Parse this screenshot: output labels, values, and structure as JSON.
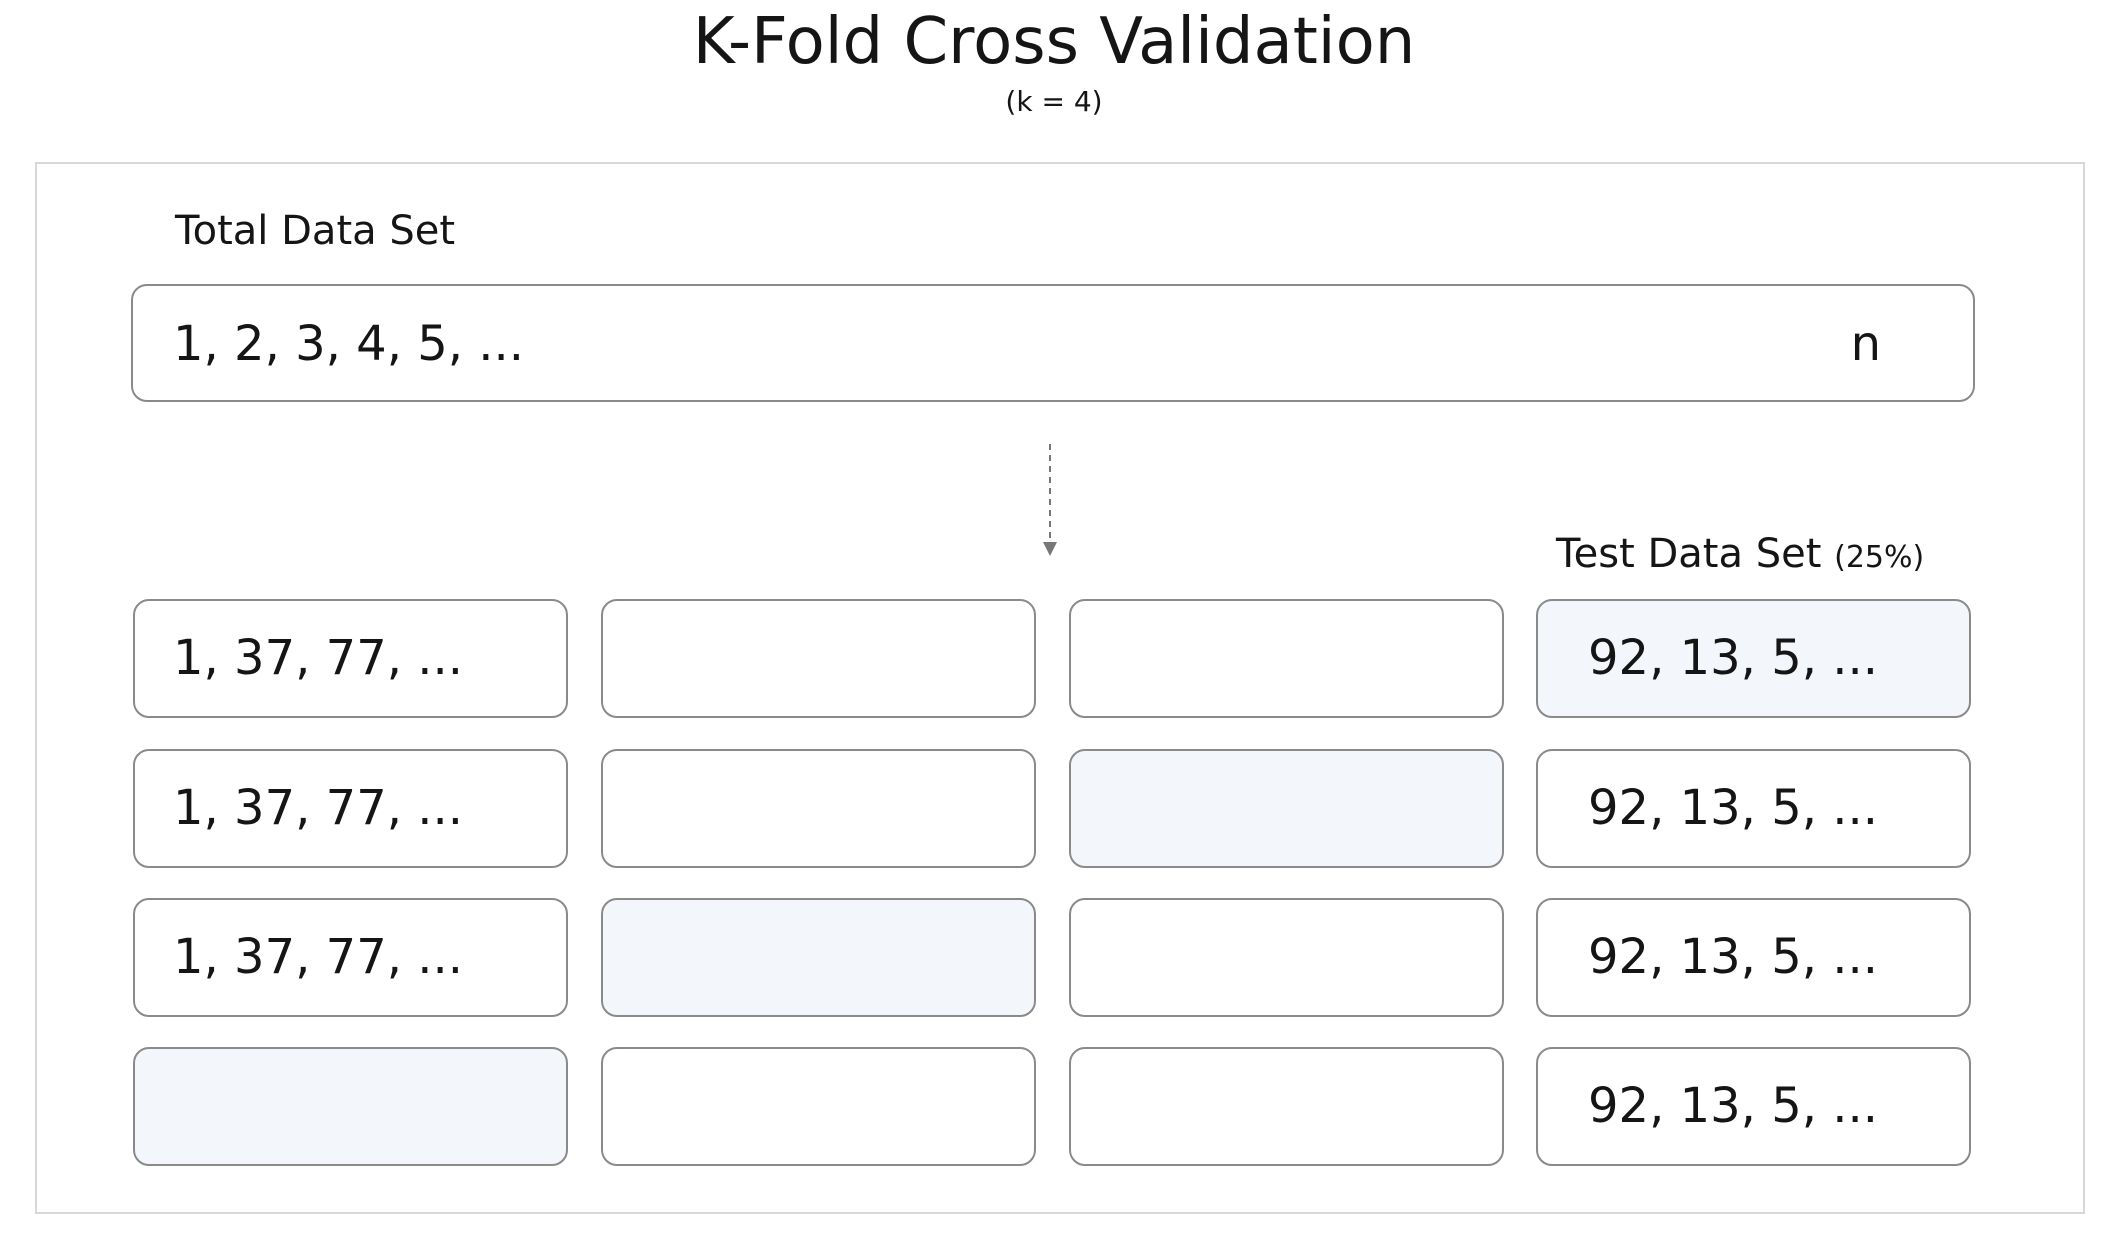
{
  "title": "K-Fold Cross Validation",
  "subtitle": "(k = 4)",
  "total": {
    "label": "Total Data Set",
    "sequence": "1, 2, 3, 4, 5, ...",
    "end": "n"
  },
  "test_label": {
    "text": "Test Data Set",
    "percent": "(25%)"
  },
  "colors": {
    "border": "#8a8a8a",
    "panel_border": "#d8d8d8",
    "test_fold_fill": "#f3f6fb",
    "arrow": "#777777"
  },
  "folds": [
    {
      "cells": [
        "1, 37, 77, ...",
        "",
        "",
        "92, 13, 5, ..."
      ],
      "test_index": 3
    },
    {
      "cells": [
        "1, 37, 77, ...",
        "",
        "",
        "92, 13, 5, ..."
      ],
      "test_index": 2
    },
    {
      "cells": [
        "1, 37, 77, ...",
        "",
        "",
        "92, 13, 5, ..."
      ],
      "test_index": 1
    },
    {
      "cells": [
        "",
        "",
        "",
        "92, 13, 5, ..."
      ],
      "test_index": 0
    }
  ]
}
